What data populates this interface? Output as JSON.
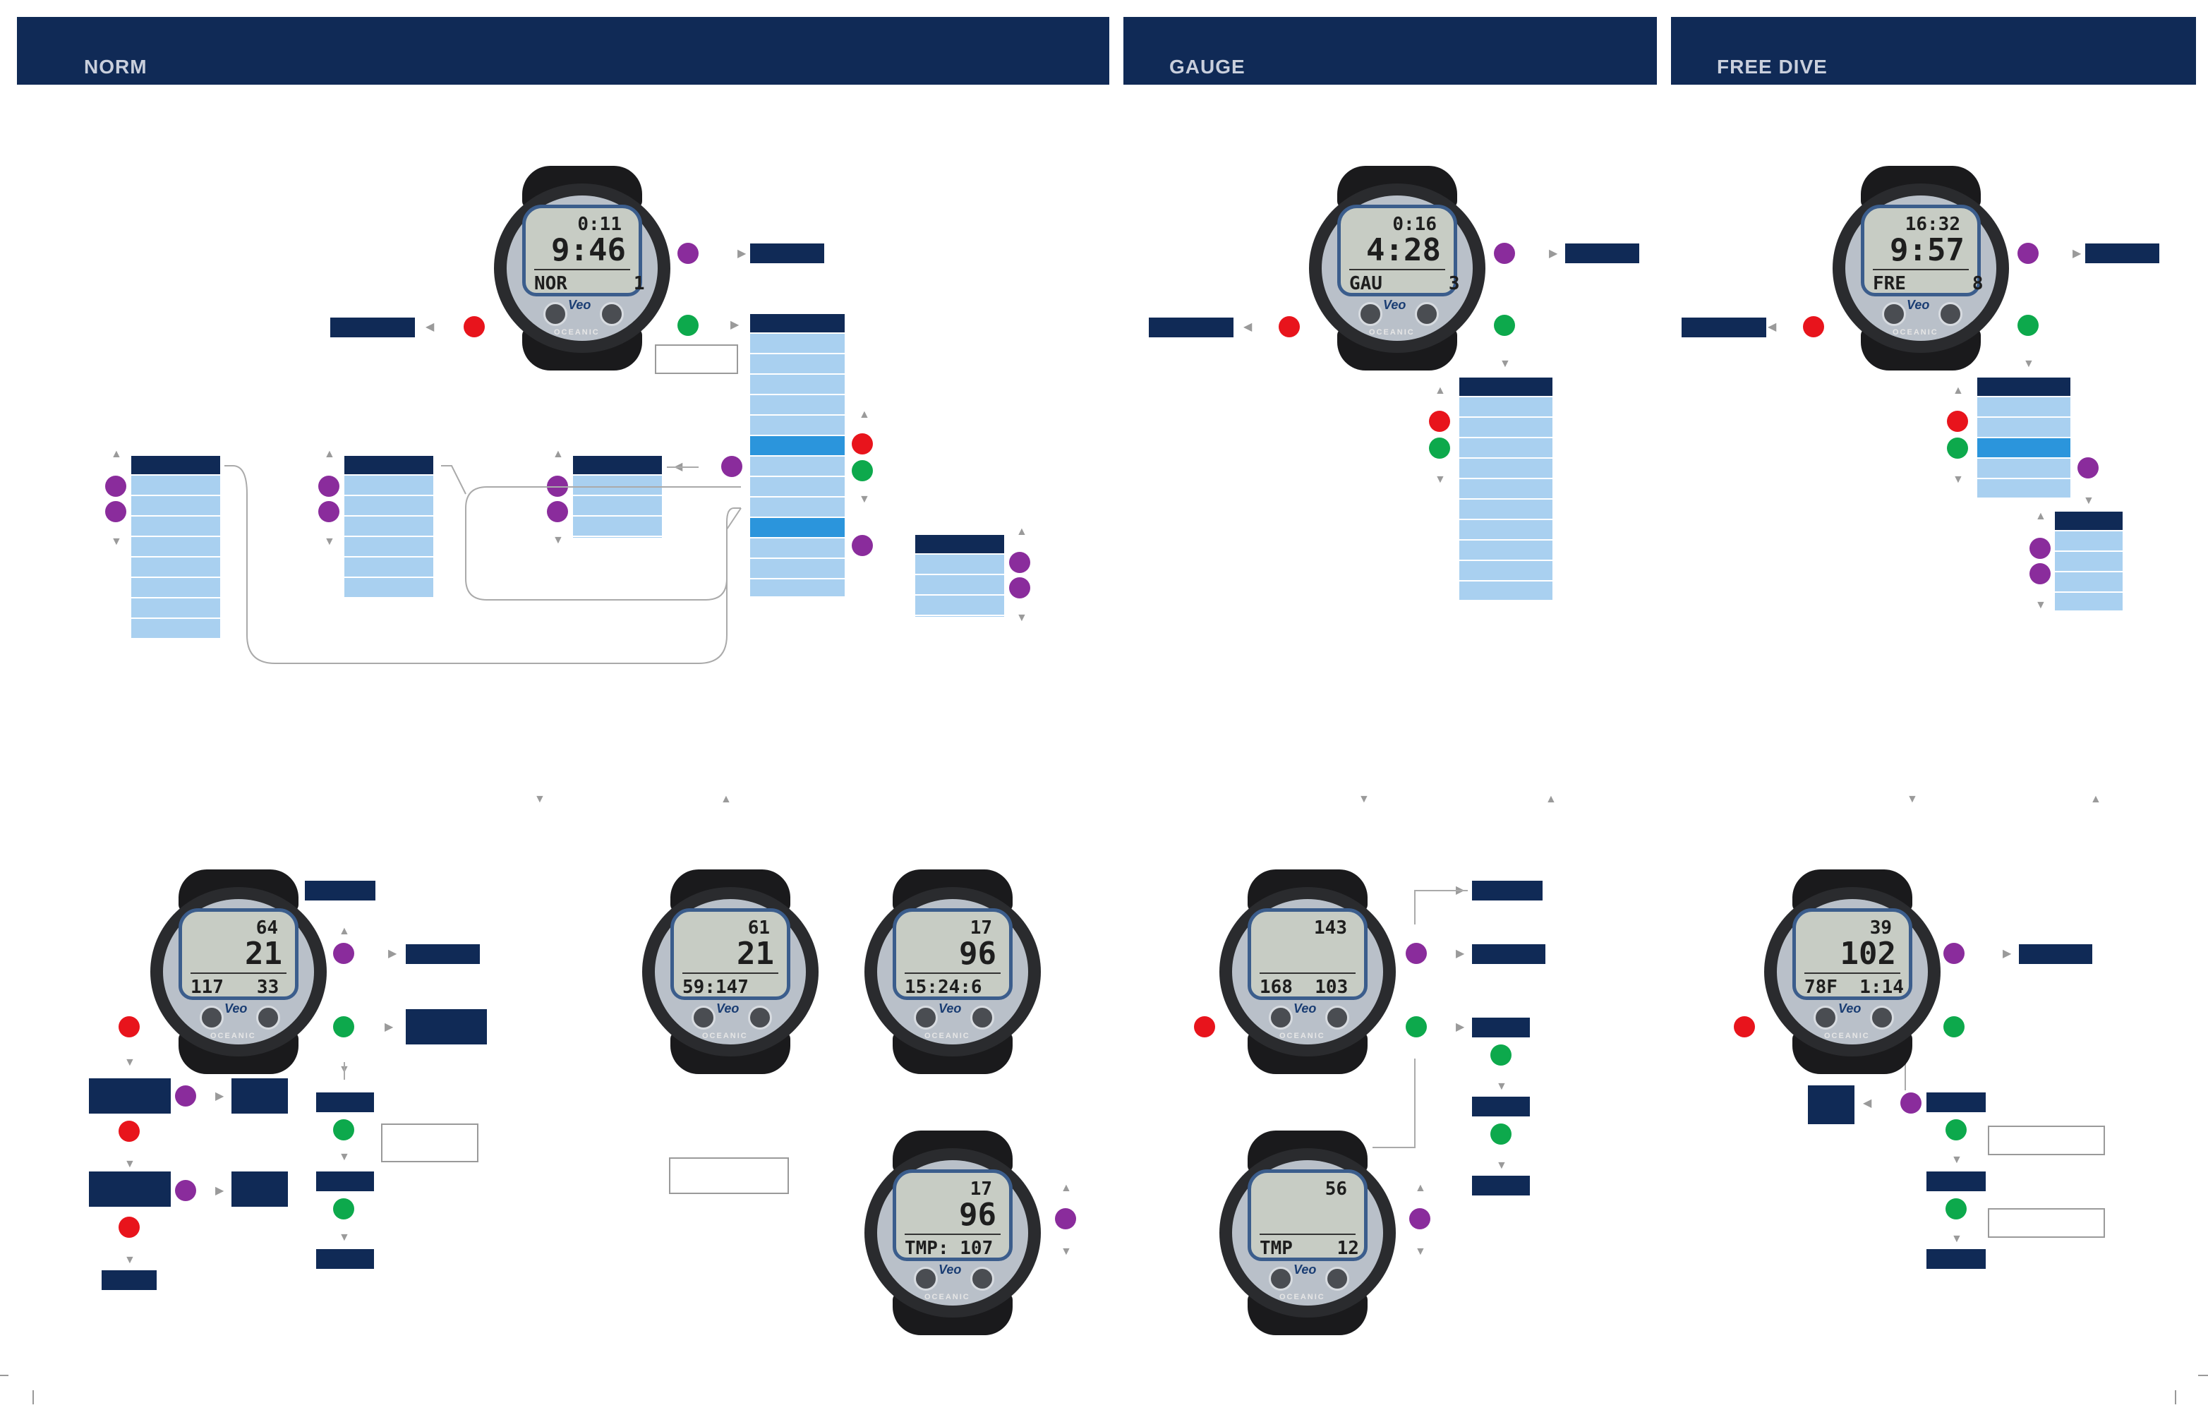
{
  "headers": {
    "norm": "NORM",
    "gauge": "GAUGE",
    "free_dive": "FREE DIVE"
  },
  "watches": {
    "norm_top": {
      "l1": "0:11",
      "l2": "9:46",
      "l3": "NOR      1"
    },
    "gauge_top": {
      "l1": "0:16",
      "l2": "4:28",
      "l3": "GAU      3"
    },
    "free_top": {
      "l1": "16:32",
      "l2": "9:57",
      "l3": "FRE      8"
    },
    "norm_dive": {
      "l1": "64",
      "l2": "21",
      "l3": "117   33"
    },
    "norm_alt1": {
      "l1": "61",
      "l2": "21",
      "l3": "59:147"
    },
    "norm_alt2": {
      "l1": "17",
      "l2": "96",
      "l3": "15:24:6"
    },
    "norm_alt3": {
      "l1": "17",
      "l2": "96",
      "l3": "TMP: 107"
    },
    "gauge_dive": {
      "l1": "143",
      "l2": "",
      "l3": "168  103"
    },
    "gauge_alt": {
      "l1": "56",
      "l2": "",
      "l3": "TMP    12"
    },
    "free_dive": {
      "l1": "39",
      "l2": "102",
      "l3": "78F  1:14"
    },
    "logo": "Veo",
    "brand": "OCEANIC"
  },
  "colors": {
    "navy": "#102a56",
    "menu_light": "#a9d0f0",
    "menu_highlight": "#2b95dc",
    "button_purple": "#8a2c9c",
    "button_red": "#e8141c",
    "button_green": "#0da94c"
  },
  "arrow_glyphs": {
    "up": "▲",
    "down": "▼",
    "right": "▶",
    "left": "◀"
  }
}
